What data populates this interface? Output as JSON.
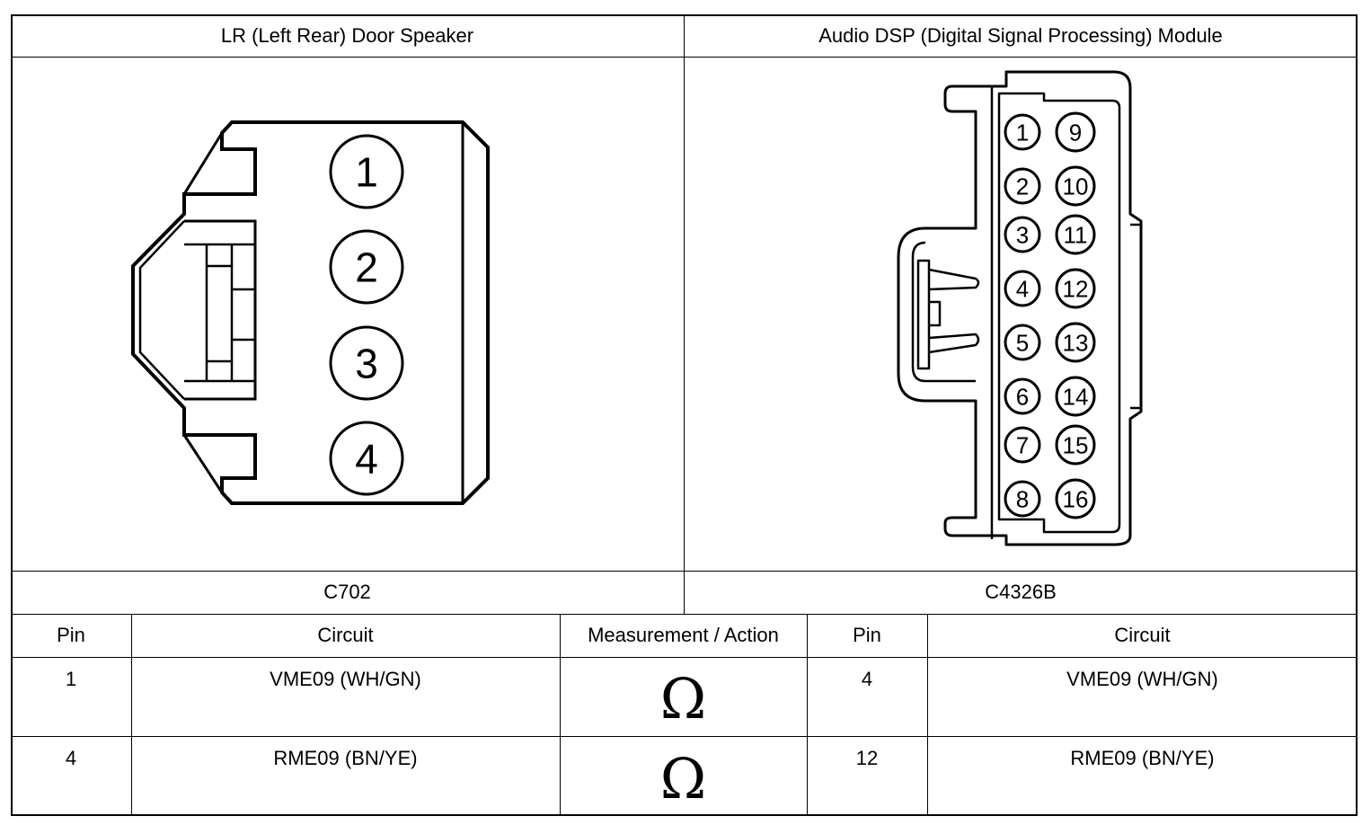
{
  "header": {
    "left_title": "LR (Left Rear) Door Speaker",
    "right_title": "Audio DSP (Digital Signal Processing) Module"
  },
  "connectors": {
    "left": {
      "id": "C702",
      "pins": [
        "1",
        "2",
        "3",
        "4"
      ]
    },
    "right": {
      "id": "C4326B",
      "pins": [
        "1",
        "2",
        "3",
        "4",
        "5",
        "6",
        "7",
        "8",
        "9",
        "10",
        "11",
        "12",
        "13",
        "14",
        "15",
        "16"
      ]
    }
  },
  "table": {
    "columns": [
      "Pin",
      "Circuit",
      "Measurement / Action",
      "Pin",
      "Circuit"
    ],
    "rows": [
      {
        "pin_a": "1",
        "circuit_a": "VME09 (WH/GN)",
        "action": "Ω",
        "pin_b": "4",
        "circuit_b": "VME09 (WH/GN)"
      },
      {
        "pin_a": "4",
        "circuit_a": "RME09 (BN/YE)",
        "action": "Ω",
        "pin_b": "12",
        "circuit_b": "RME09 (BN/YE)"
      }
    ]
  },
  "icons": {
    "measurement": "ohm-symbol"
  }
}
